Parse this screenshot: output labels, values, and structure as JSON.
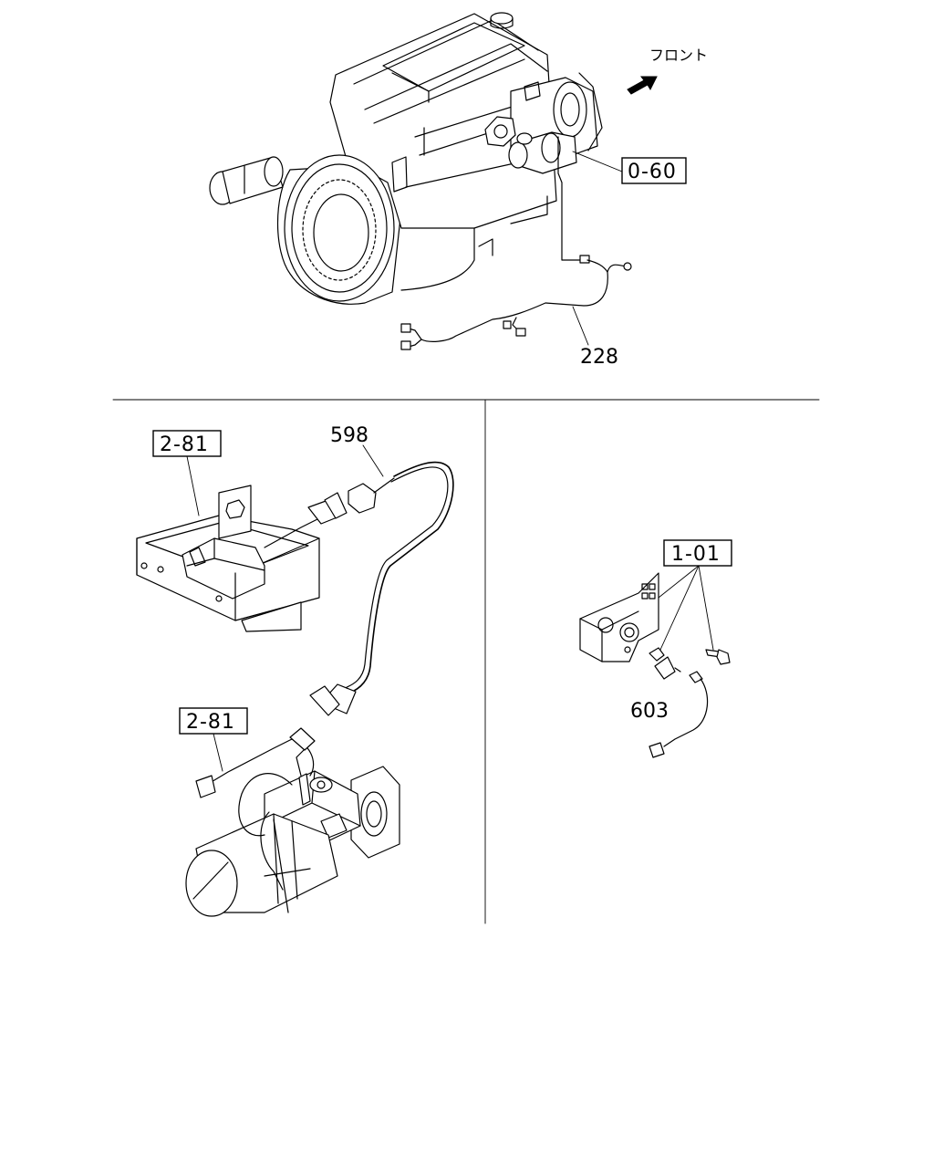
{
  "direction": {
    "label": "フロント",
    "icon": "front-arrow-icon"
  },
  "callouts": {
    "engine_ref": "0-60",
    "harness": "228",
    "starter_ref_top": "2-81",
    "starter_harness": "598",
    "starter_ref_bottom": "2-81",
    "sensor_ref": "1-01",
    "sensor_harness": "603"
  },
  "illustrations": [
    {
      "name": "engine-assembly",
      "icon": "engine-icon"
    },
    {
      "name": "starter-relay-bracket",
      "icon": "bracket-icon"
    },
    {
      "name": "starter-motor",
      "icon": "starter-motor-icon"
    },
    {
      "name": "sensor-bracket",
      "icon": "sensor-bracket-icon"
    }
  ]
}
